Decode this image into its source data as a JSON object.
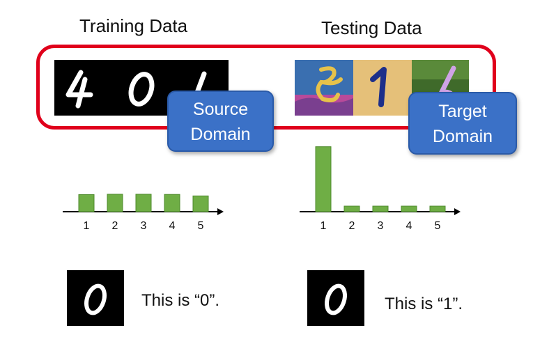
{
  "titles": {
    "training": "Training Data",
    "testing": "Testing Data"
  },
  "domain_labels": {
    "source_line1": "Source",
    "source_line2": "Domain",
    "target_line1": "Target",
    "target_line2": "Domain"
  },
  "colors": {
    "frame": "#e0001b",
    "bar": "#6fae45",
    "domain_box": "#3b71c7"
  },
  "chart_data": [
    {
      "type": "bar",
      "categories": [
        "1",
        "2",
        "3",
        "4",
        "5"
      ],
      "values": [
        0.92,
        0.94,
        0.94,
        0.93,
        0.85
      ],
      "ylim": [
        0,
        3.6
      ]
    },
    {
      "type": "bar",
      "categories": [
        "1",
        "2",
        "3",
        "4",
        "5"
      ],
      "values": [
        3.5,
        0.3,
        0.3,
        0.3,
        0.3
      ],
      "ylim": [
        0,
        3.6
      ]
    }
  ],
  "captions": {
    "left": "This is “0”.",
    "right": "This is “1”."
  }
}
